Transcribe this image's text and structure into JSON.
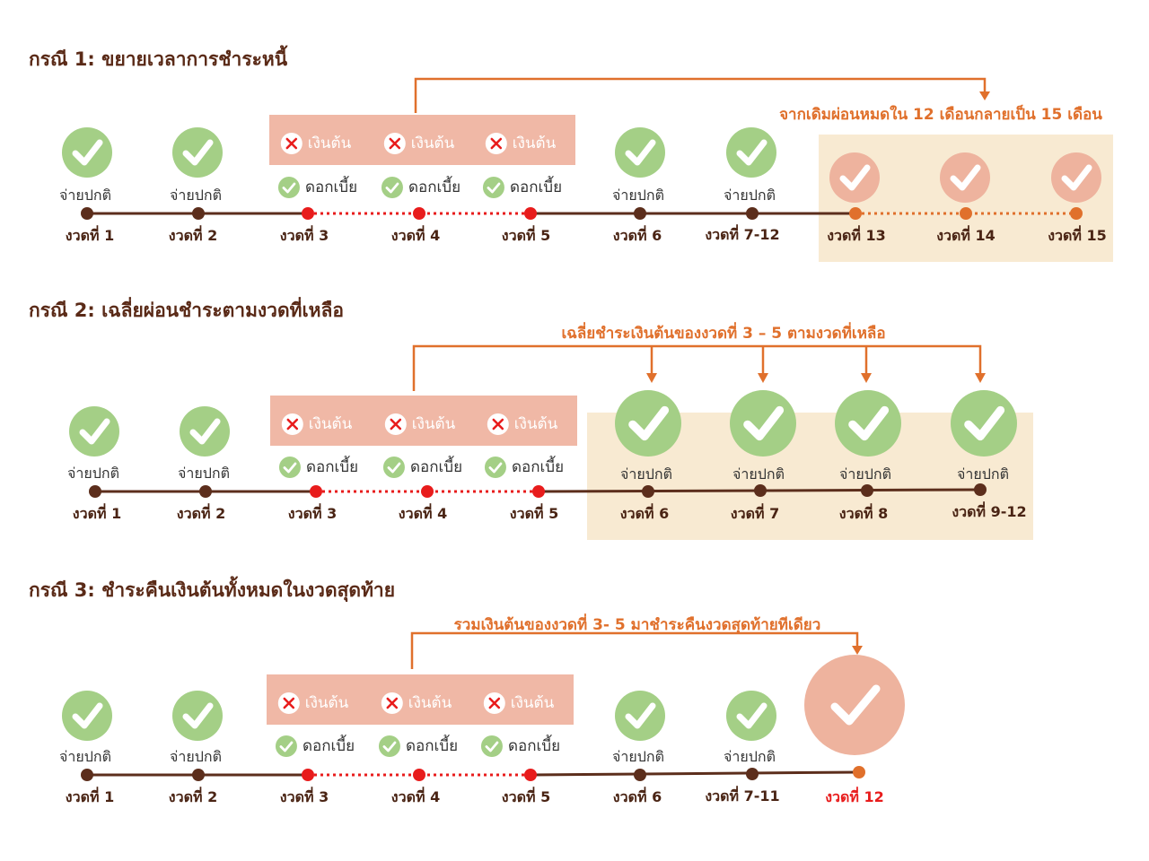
{
  "cases": [
    {
      "title": "กรณี 1: ขยายเวลาการชำระหนี้",
      "annotation": "จากเดิมผ่อนหมดใน 12 เดือนกลายเป็น 15 เดือน",
      "periods": [
        "งวดที่ 1",
        "งวดที่ 2",
        "งวดที่ 3",
        "งวดที่ 4",
        "งวดที่ 5",
        "งวดที่ 6",
        "งวดที่ 7-12",
        "งวดที่ 13",
        "งวดที่ 14",
        "งวดที่ 15"
      ],
      "normal_label": "จ่ายปกติ",
      "missed_principal_label": "เงินต้น",
      "interest_label": "ดอกเบี้ย"
    },
    {
      "title": "กรณี 2: เฉลี่ยผ่อนชำระตามงวดที่เหลือ",
      "annotation": "เฉลี่ยชำระเงินต้นของงวดที่  3 – 5 ตามงวดที่เหลือ",
      "periods": [
        "งวดที่ 1",
        "งวดที่ 2",
        "งวดที่ 3",
        "งวดที่ 4",
        "งวดที่ 5",
        "งวดที่ 6",
        "งวดที่ 7",
        "งวดที่ 8",
        "งวดที่ 9-12"
      ],
      "normal_label": "จ่ายปกติ",
      "missed_principal_label": "เงินต้น",
      "interest_label": "ดอกเบี้ย"
    },
    {
      "title": "กรณี 3: ชำระคืนเงินต้นทั้งหมดในงวดสุดท้าย",
      "annotation": "รวมเงินต้นของงวดที่ 3- 5 มาชำระคืนงวดสุดท้ายทีเดียว",
      "periods": [
        "งวดที่ 1",
        "งวดที่ 2",
        "งวดที่ 3",
        "งวดที่ 4",
        "งวดที่ 5",
        "งวดที่ 6",
        "งวดที่ 7-11",
        "งวดที่ 12"
      ],
      "normal_label": "จ่ายปกติ",
      "missed_principal_label": "เงินต้น",
      "interest_label": "ดอกเบี้ย"
    }
  ],
  "colors": {
    "title": "#5a2a17",
    "line": "#5c2e1c",
    "missed": "#e81c1c",
    "extended": "#e0702c",
    "check_green": "#a4cf86",
    "check_peach": "#eeb39e",
    "missed_box": "#f0b8a6",
    "highlight_bg": "#f8ead2"
  },
  "icons": [
    "check-circle-icon",
    "cross-circle-icon",
    "arrow-down-icon"
  ]
}
